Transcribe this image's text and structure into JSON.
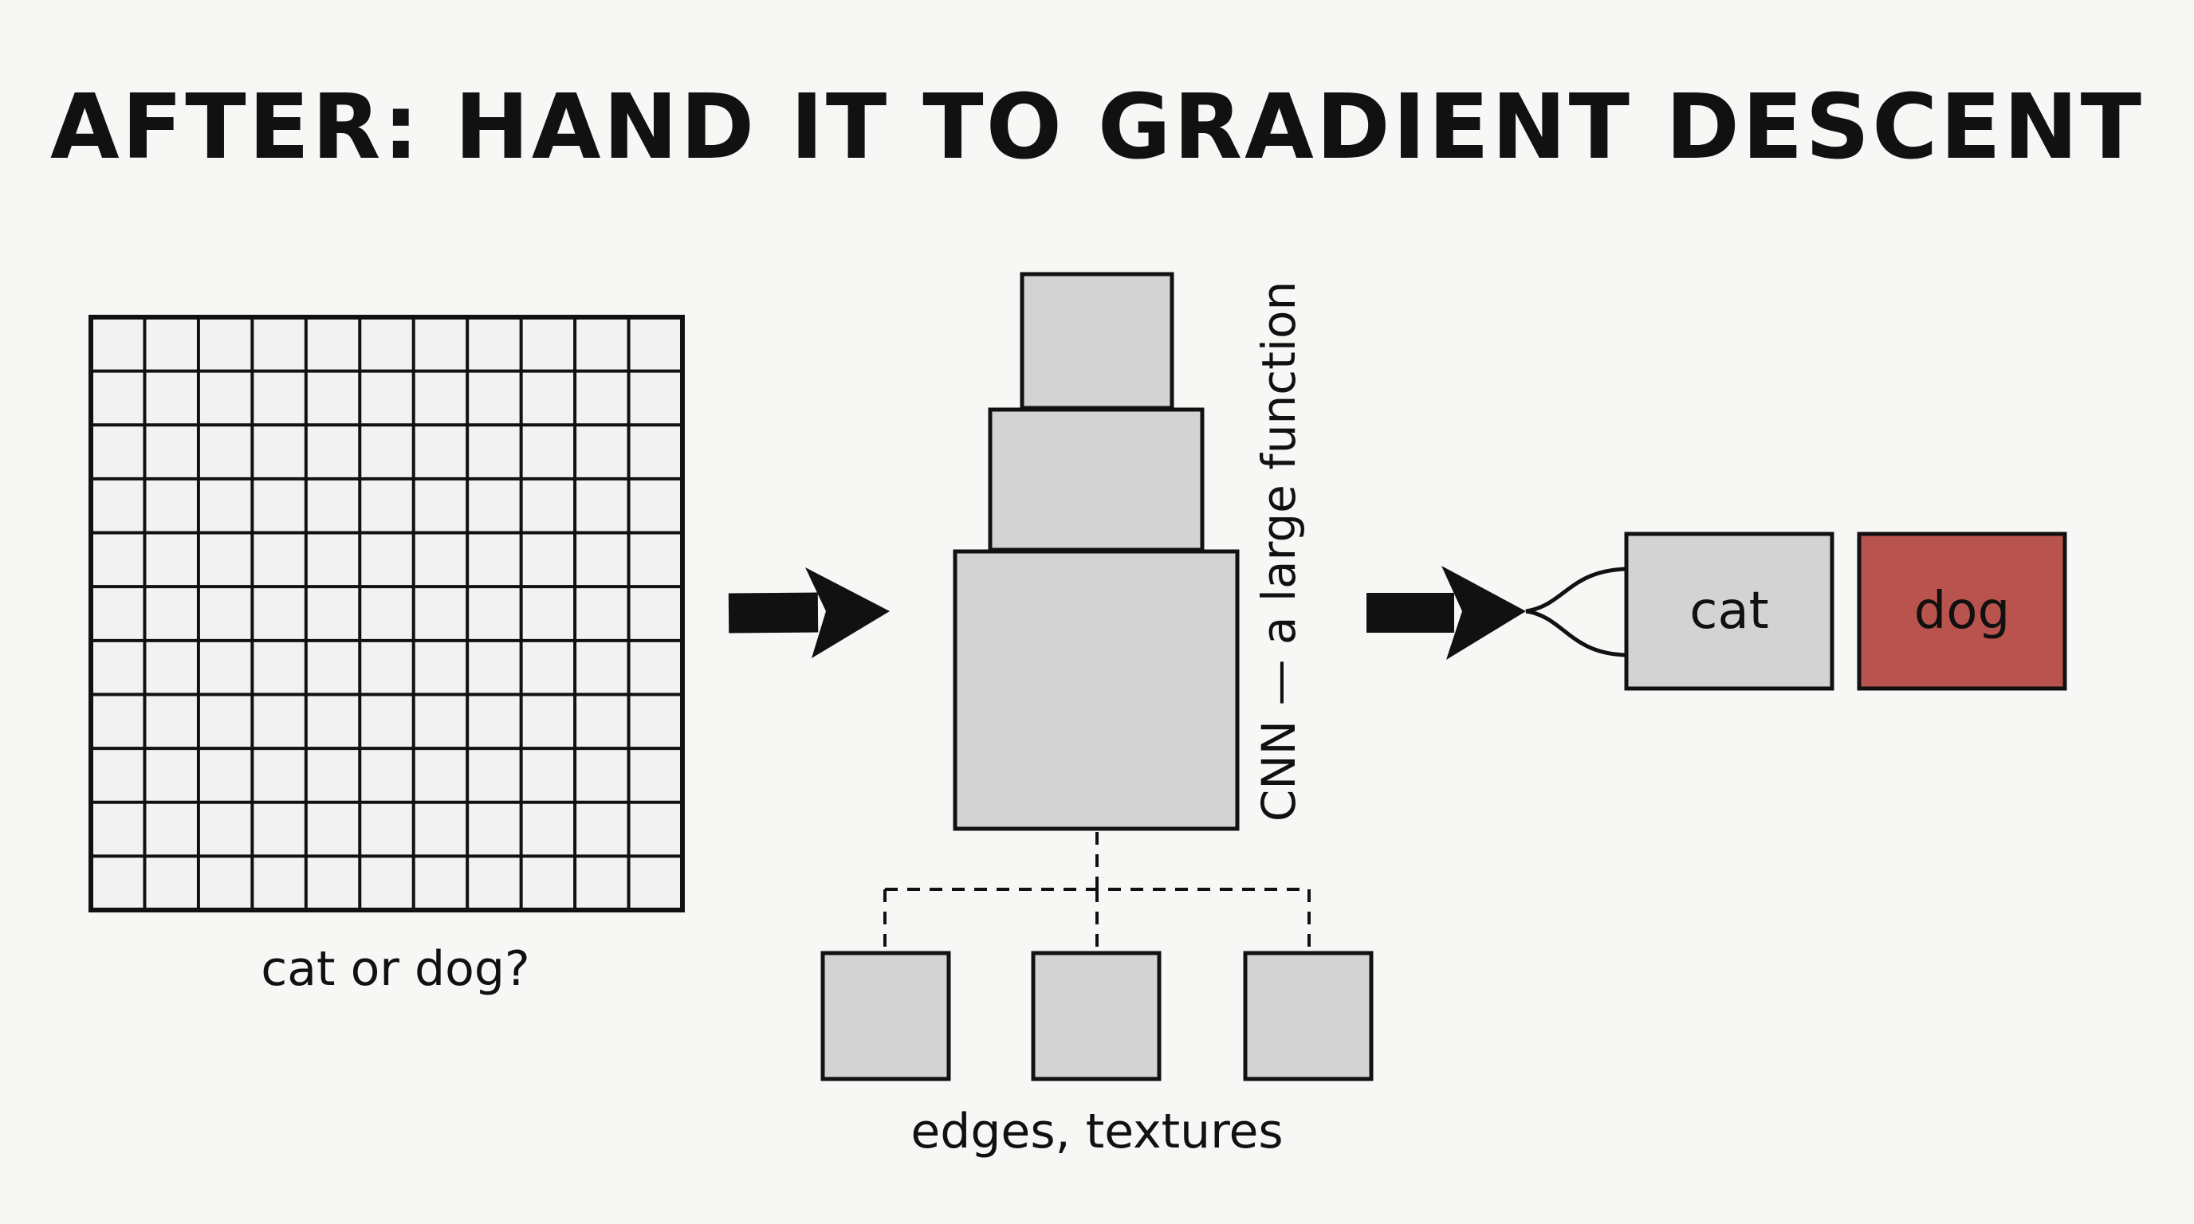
{
  "title": "AFTER: HAND IT TO GRADIENT DESCENT",
  "input": {
    "grid_rows": 11,
    "grid_cols": 11,
    "caption": "cat or dog?"
  },
  "network": {
    "side_label": "CNN — a large function",
    "features_caption": "edges, textures",
    "feature_box_count": 3
  },
  "outputs": [
    {
      "label": "cat",
      "selected": false
    },
    {
      "label": "dog",
      "selected": true
    }
  ],
  "colors": {
    "background": "#f7f7f5",
    "ink": "#111111",
    "box_fill": "#d3d3d3",
    "grid_fill": "#f2f2f2",
    "selected_fill": "#b9534d"
  }
}
